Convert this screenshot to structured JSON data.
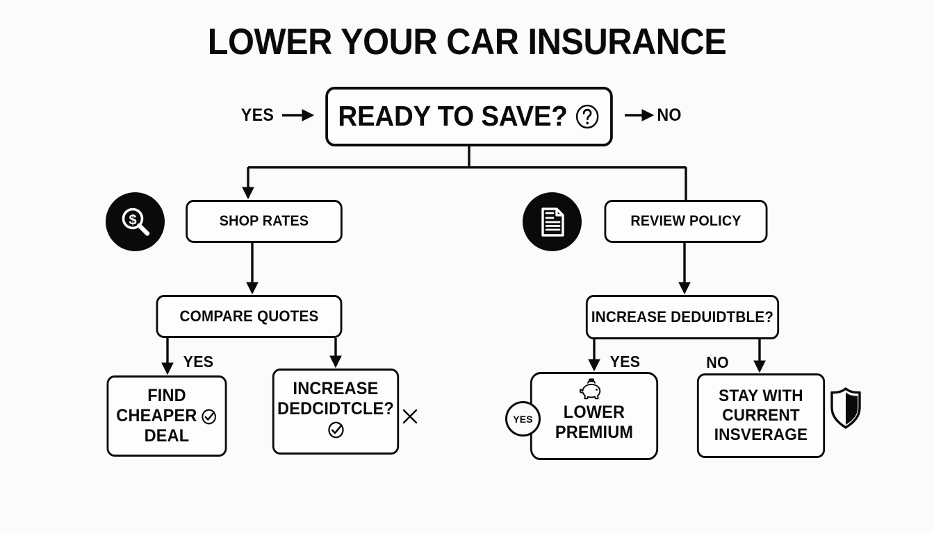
{
  "title": "LOWER YOUR CAR INSURANCE",
  "theme": {
    "background": "#fbfbf9",
    "ink": "#0a0a0a",
    "node_fill": "#fdfdfc"
  },
  "nodes": {
    "ready": {
      "label": "READY TO SAVE?",
      "icon": "question-circle-icon"
    },
    "shop_rates": {
      "label": "SHOP RATES",
      "icon": "magnifier-dollar-icon"
    },
    "review_policy": {
      "label": "REVIEW POLICY",
      "icon": "document-icon"
    },
    "compare_quotes": {
      "label": "COMPARE QUOTES"
    },
    "increase_deductible_right": {
      "label": "INCREASE DEDUIDTBLE?"
    },
    "find_cheaper_deal": {
      "line1": "FIND",
      "line2": "CHEAPER",
      "line3": "DEAL",
      "icon": "check-circle-icon"
    },
    "increase_deductible_left": {
      "line1": "INCREASE",
      "line2": "DEDCIDTCLE?",
      "icon": "check-circle-icon",
      "side_icon": "x-mark-icon"
    },
    "lower_premium": {
      "line1": "LOWER",
      "line2": "PREMIUM",
      "icon": "piggy-bank-icon",
      "badge": "YES"
    },
    "stay_with_current": {
      "line1": "STAY WITH",
      "line2": "CURRENT",
      "line3": "INSVERAGE",
      "icon": "shield-icon"
    }
  },
  "edge_labels": {
    "yes_top": "YES",
    "no_top": "NO",
    "yes_left": "YES",
    "yes_right": "YES",
    "no_right": "NO"
  },
  "chart_data": {
    "type": "flowchart",
    "title": "LOWER YOUR CAR INSURANCE",
    "orientation": "top-down",
    "nodes": [
      {
        "id": "ready",
        "text": "READY TO SAVE?",
        "shape": "rounded-rect",
        "level": 0
      },
      {
        "id": "shop_rates",
        "text": "SHOP RATES",
        "shape": "rounded-rect",
        "level": 1
      },
      {
        "id": "review_policy",
        "text": "REVIEW POLICY",
        "shape": "rounded-rect",
        "level": 1
      },
      {
        "id": "compare_quotes",
        "text": "COMPARE QUOTES",
        "shape": "rounded-rect",
        "level": 2
      },
      {
        "id": "increase_deductible_right",
        "text": "INCREASE DEDUIDTBLE?",
        "shape": "rounded-rect",
        "level": 2
      },
      {
        "id": "find_cheaper_deal",
        "text": "FIND CHEAPER DEAL",
        "shape": "rounded-rect",
        "level": 3
      },
      {
        "id": "increase_deductible_left",
        "text": "INCREASE DEDCIDTCLE?",
        "shape": "rounded-rect",
        "level": 3
      },
      {
        "id": "lower_premium",
        "text": "LOWER PREMIUM",
        "shape": "rounded-rect",
        "level": 3
      },
      {
        "id": "stay_with_current",
        "text": "STAY WITH CURRENT INSVERAGE",
        "shape": "rounded-rect",
        "level": 3
      }
    ],
    "edges": [
      {
        "from": "yes-entry",
        "to": "ready",
        "label": "YES",
        "direction": "right"
      },
      {
        "from": "ready",
        "to": "no-exit",
        "label": "NO",
        "direction": "right"
      },
      {
        "from": "ready",
        "to": "shop_rates",
        "label": ""
      },
      {
        "from": "ready",
        "to": "review_policy",
        "label": ""
      },
      {
        "from": "shop_rates",
        "to": "compare_quotes",
        "label": ""
      },
      {
        "from": "review_policy",
        "to": "increase_deductible_right",
        "label": ""
      },
      {
        "from": "compare_quotes",
        "to": "find_cheaper_deal",
        "label": "YES"
      },
      {
        "from": "compare_quotes",
        "to": "increase_deductible_left",
        "label": ""
      },
      {
        "from": "increase_deductible_right",
        "to": "lower_premium",
        "label": "YES"
      },
      {
        "from": "increase_deductible_right",
        "to": "stay_with_current",
        "label": "NO"
      }
    ]
  }
}
